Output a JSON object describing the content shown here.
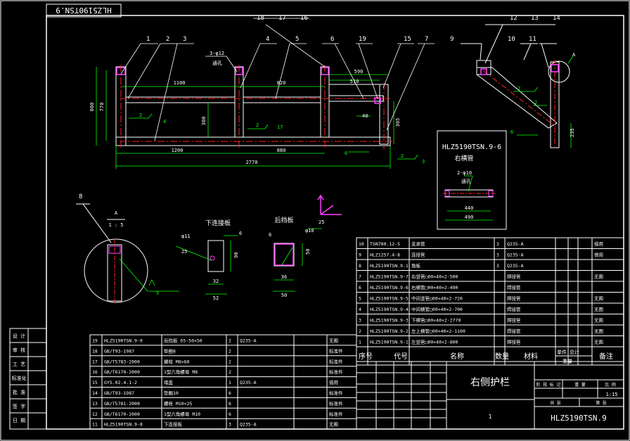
{
  "drawing": {
    "stamp": "HLZ5190TSN.9",
    "title_cn": "右侧护栏",
    "drawing_no": "HLZ5190TSN.9",
    "scale": "1:15",
    "sheet": "1",
    "main_view": {
      "dims": {
        "overall": "2770",
        "left": "1200",
        "mid": "880",
        "upper": "1100",
        "upper_mid": "820",
        "right_top": "590",
        "right_mid": "510",
        "height_total": "800",
        "height_inner": "770",
        "h300": "300",
        "h305": "305",
        "v40": "40"
      },
      "note_holes": "3-φ12",
      "note_through": "通孔",
      "weld_labels": [
        "2",
        "4",
        "2",
        "17",
        "6",
        "2",
        "3"
      ]
    },
    "balloons": [
      "1",
      "2",
      "3",
      "4",
      "5",
      "6",
      "19",
      "15",
      "7",
      "18",
      "17",
      "16",
      "9",
      "12",
      "13",
      "14",
      "10",
      "11",
      "8"
    ],
    "side_view": {
      "dim_235": "235",
      "detail_tag": "A"
    },
    "detail_a": {
      "label": "A",
      "scale": "1 : 5"
    },
    "sub_part": {
      "title": "HLZ5190TSN.9-6",
      "name": "右横管",
      "holes": "2-φ10",
      "through": "通孔",
      "dim_440": "440",
      "dim_490": "490"
    },
    "plate_lower": {
      "title": "下连接板",
      "hole": "φ11",
      "thk": "6",
      "d1": "32",
      "d2": "52",
      "d3": "90",
      "angle": "25"
    },
    "plate_rear": {
      "title": "后挡板",
      "hole": "φ10",
      "thk": "6",
      "d1": "36",
      "d2": "50",
      "d3": "50",
      "angle": "25"
    },
    "bom_right": [
      {
        "no": "10",
        "code": "TSN700.12-5",
        "name": "支承管",
        "qty": "3",
        "mat": "Q235-A",
        "mass": "",
        "remark": "借用"
      },
      {
        "no": "9",
        "code": "HLZ1257.4-8",
        "name": "连接管",
        "qty": "3",
        "mat": "Q235-A",
        "mass": "",
        "remark": "借用"
      },
      {
        "no": "8",
        "code": "HLZ5190TSN.9.1",
        "name": "角板",
        "qty": "3",
        "mat": "Q235-A",
        "mass": "",
        "remark": ""
      },
      {
        "no": "7",
        "code": "HLZ5190TSN.9-7",
        "name": "右竖管□00×40×2-500",
        "qty": "",
        "mat": "焊接管",
        "mass": "",
        "remark": "无图"
      },
      {
        "no": "6",
        "code": "HLZ5190TSN.9-6",
        "name": "右横管□00×40×2-490",
        "qty": "",
        "mat": "焊接管",
        "mass": "",
        "remark": ""
      },
      {
        "no": "5",
        "code": "HLZ5190TSN.9-5",
        "name": "中间竖管□00×40×2-720",
        "qty": "",
        "mat": "焊接管",
        "mass": "",
        "remark": "无图"
      },
      {
        "no": "4",
        "code": "HLZ5190TSN.9-4",
        "name": "中间横管□00×40×2-700",
        "qty": "",
        "mat": "焊接管",
        "mass": "",
        "remark": "无图"
      },
      {
        "no": "3",
        "code": "HLZ5190TSN.9-3",
        "name": "下横管□00×40×2-2770",
        "qty": "",
        "mat": "焊接管",
        "mass": "",
        "remark": "无图"
      },
      {
        "no": "2",
        "code": "HLZ5190TSN.9-2",
        "name": "左上横管□00×40×2-1100",
        "qty": "",
        "mat": "焊接管",
        "mass": "",
        "remark": "无图"
      },
      {
        "no": "1",
        "code": "HLZ5190TSN.9-1",
        "name": "左竖管□00×40×2-800",
        "qty": "",
        "mat": "焊接管",
        "mass": "",
        "remark": "无图"
      }
    ],
    "bom_right_header": {
      "no": "序号",
      "code": "代号",
      "name": "名称",
      "qty": "数量",
      "mat": "材料",
      "single": "单件",
      "total": "总计",
      "weight": "重量",
      "remark": "备注"
    },
    "bom_left": [
      {
        "no": "19",
        "code": "HLZ5190TSN.9-9",
        "name": "后挡板 δ5-50×50",
        "qty": "2",
        "mat": "Q235-A",
        "remark": "无图"
      },
      {
        "no": "18",
        "code": "GB/T93-1987",
        "name": "垫圈8",
        "qty": "2",
        "mat": "",
        "remark": "标准件"
      },
      {
        "no": "17",
        "code": "GB/T5783-2000",
        "name": "螺栓 M8×60",
        "qty": "2",
        "mat": "",
        "remark": "标准件"
      },
      {
        "no": "16",
        "code": "GB/T6170-2000",
        "name": "1型六角螺母 M8",
        "qty": "2",
        "mat": "",
        "remark": "标准件"
      },
      {
        "no": "15",
        "code": "GYS.02.4.1-2",
        "name": "堵盖",
        "qty": "1",
        "mat": "Q235-A",
        "remark": "借用"
      },
      {
        "no": "14",
        "code": "GB/T93-1987",
        "name": "垫圈10",
        "qty": "6",
        "mat": "",
        "remark": "标准件"
      },
      {
        "no": "13",
        "code": "GB/T5781-2000",
        "name": "螺栓 M10×25",
        "qty": "6",
        "mat": "",
        "remark": "标准件"
      },
      {
        "no": "12",
        "code": "GB/T6170-2000",
        "name": "1型六角螺母 M10",
        "qty": "6",
        "mat": "",
        "remark": "标准件"
      },
      {
        "no": "11",
        "code": "HLZ5190TSN.9-8",
        "name": "下连接板",
        "qty": "3",
        "mat": "Q235-A",
        "remark": "无图"
      }
    ],
    "left_strip": [
      "设 计",
      "审 核",
      "工 艺",
      "标准化",
      "批 准",
      "签 字",
      "日 期"
    ],
    "title_block_labels": {
      "stage": "阶 段 标 记",
      "weight": "重 量",
      "ratio": "比 例",
      "sheets": "共 张",
      "sheet_of": "第 张"
    }
  },
  "colors": {
    "frame": "#ffffff",
    "part": "#ffffff",
    "hidden": "#ff2020",
    "center": "#ff2020",
    "dim": "#00ff00",
    "weld": "#00ff00",
    "purple": "#ff40ff",
    "text": "#ffffff"
  }
}
